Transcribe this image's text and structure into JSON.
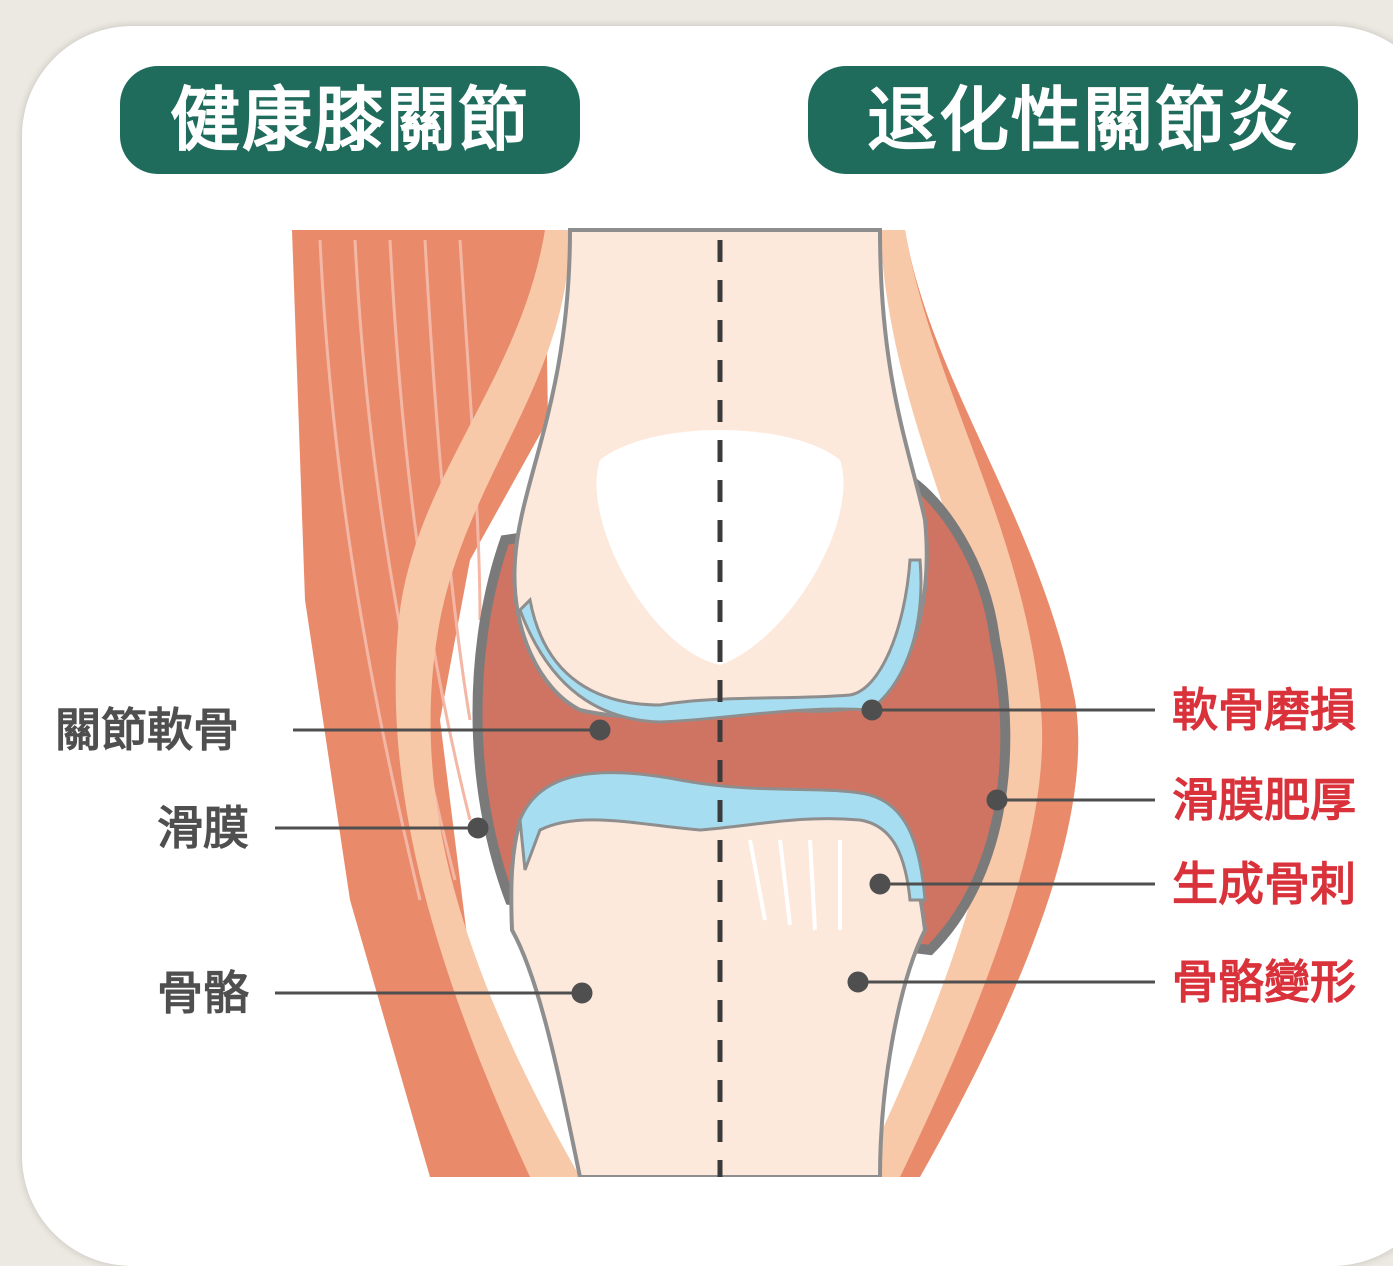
{
  "titles": {
    "healthy": "健康膝關節",
    "degenerative": "退化性關節炎"
  },
  "labels_left": [
    {
      "id": "cartilage",
      "text": "關節軟骨"
    },
    {
      "id": "synovium",
      "text": "滑膜"
    },
    {
      "id": "bone",
      "text": "骨骼"
    }
  ],
  "labels_right": [
    {
      "id": "cartilage-wear",
      "text": "軟骨磨損"
    },
    {
      "id": "synovium-thickening",
      "text": "滑膜肥厚"
    },
    {
      "id": "bone-spur",
      "text": "生成骨刺"
    },
    {
      "id": "bone-deformity",
      "text": "骨骼變形"
    }
  ],
  "colors": {
    "background": "#ece9e2",
    "card": "#ffffff",
    "title_pill": "#1f6b5c",
    "muscle": "#e98b6b",
    "skin": "#f7c9a8",
    "bone": "#fde9dc",
    "cartilage": "#a7ddf0",
    "synovial_fluid": "#cf7462",
    "synovium_line": "#7a7a7a",
    "left_label": "#4f4f4f",
    "right_label": "#d9323b"
  }
}
